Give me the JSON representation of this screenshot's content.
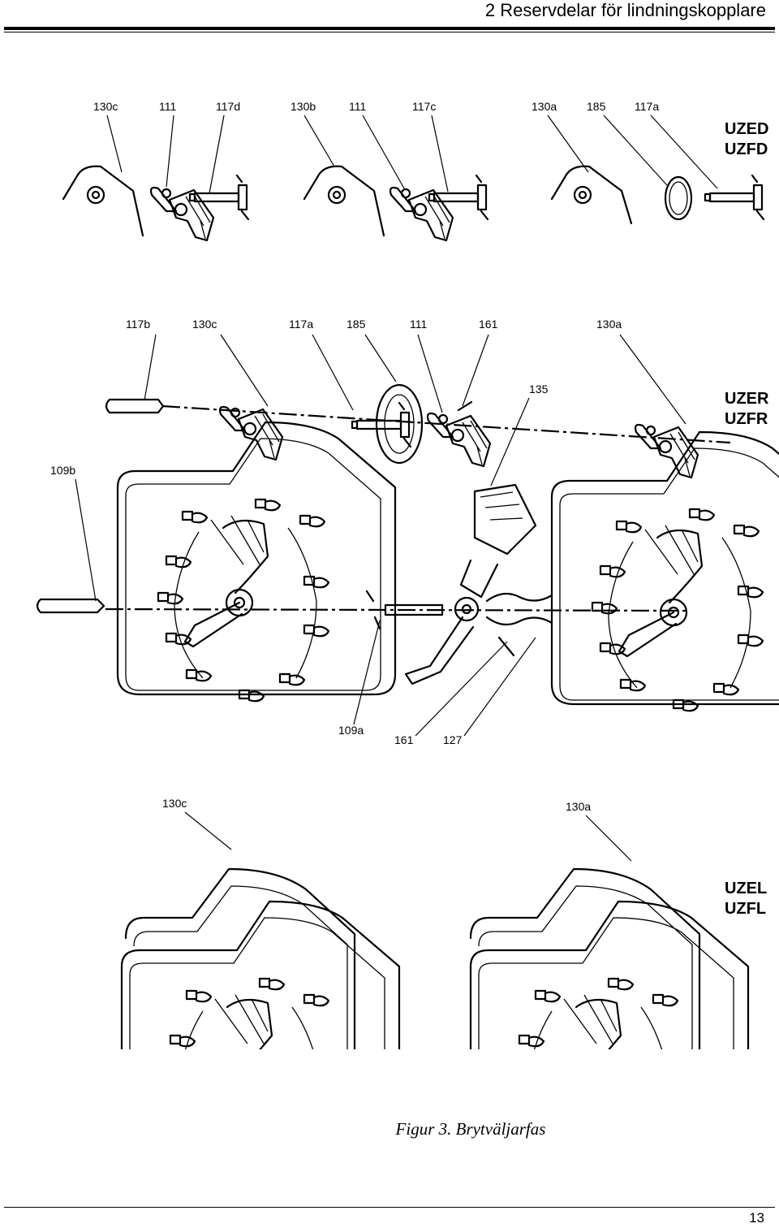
{
  "header": {
    "title": "2 Reservdelar för lindningskopplare"
  },
  "groups": {
    "top": {
      "labels": [
        "130c",
        "111",
        "117d",
        "130b",
        "111",
        "117c",
        "130a",
        "185",
        "117a"
      ],
      "models": [
        "UZED",
        "UZFD"
      ]
    },
    "middle": {
      "labels_top": [
        "117b",
        "130c",
        "117a",
        "185",
        "111",
        "161",
        "130a"
      ],
      "label_135": "135",
      "label_109b": "109b",
      "labels_bottom": [
        "109a",
        "161",
        "127"
      ],
      "models": [
        "UZER",
        "UZFR"
      ]
    },
    "bottom": {
      "labels": [
        "130c",
        "130a"
      ],
      "models": [
        "UZEL",
        "UZFL"
      ]
    }
  },
  "caption": "Figur 3. Brytväljarfas",
  "page_number": "13"
}
